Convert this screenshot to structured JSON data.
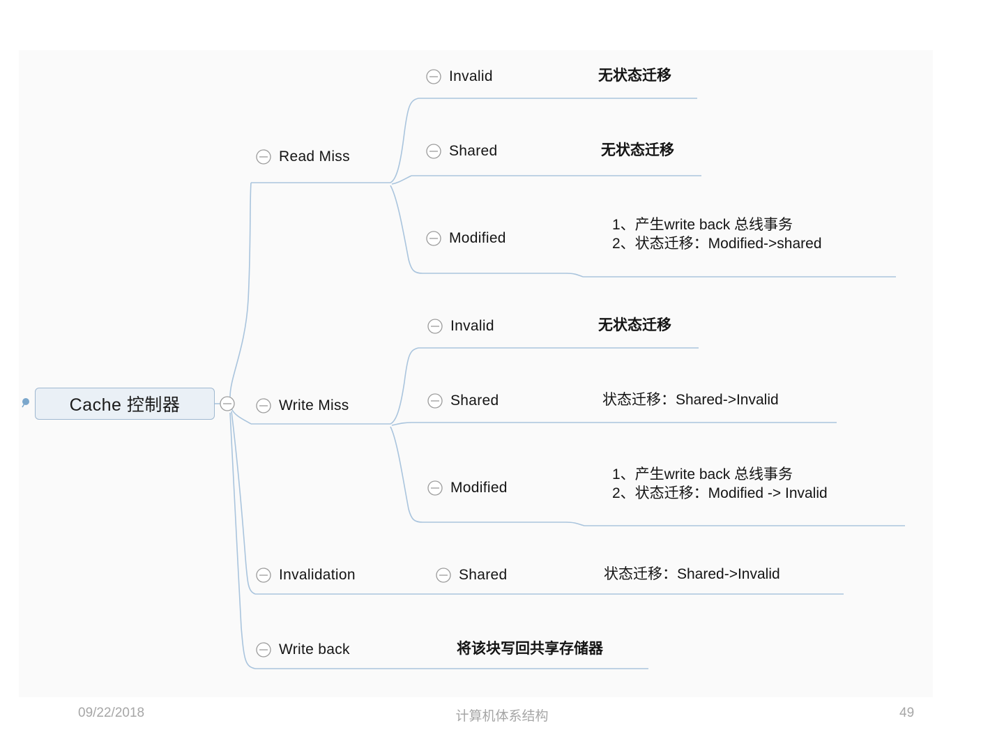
{
  "slide": {
    "root": {
      "label": "Cache 控制器",
      "node_fill": "#eaf0f6",
      "node_border": "#9fb8d0"
    },
    "connector_color": "#a9c4dd",
    "underline_color": "#a9c4dd",
    "canvas_background": "#fafafa",
    "icon_name": "collapse-minus-icon",
    "branches": [
      {
        "label": "Read Miss",
        "children": [
          {
            "label": "Invalid",
            "note_lines": [
              "无状态迁移"
            ]
          },
          {
            "label": "Shared",
            "note_lines": [
              "无状态迁移"
            ]
          },
          {
            "label": "Modified",
            "note_lines": [
              "1、产生write back 总线事务",
              "2、状态迁移：Modified->shared"
            ]
          }
        ]
      },
      {
        "label": "Write Miss",
        "children": [
          {
            "label": "Invalid",
            "note_lines": [
              "无状态迁移"
            ]
          },
          {
            "label": "Shared",
            "note_lines": [
              "状态迁移：Shared->Invalid"
            ]
          },
          {
            "label": "Modified",
            "note_lines": [
              "1、产生write back 总线事务",
              "2、状态迁移：Modified -> Invalid"
            ]
          }
        ]
      },
      {
        "label": "Invalidation",
        "children": [
          {
            "label": "Shared",
            "note_lines": [
              "状态迁移：Shared->Invalid"
            ]
          }
        ]
      },
      {
        "label": "Write back",
        "children": [],
        "note_lines": [
          "将该块写回共享存储器"
        ]
      }
    ]
  },
  "footer": {
    "date": "09/22/2018",
    "title": "计算机体系结构",
    "page": "49"
  }
}
